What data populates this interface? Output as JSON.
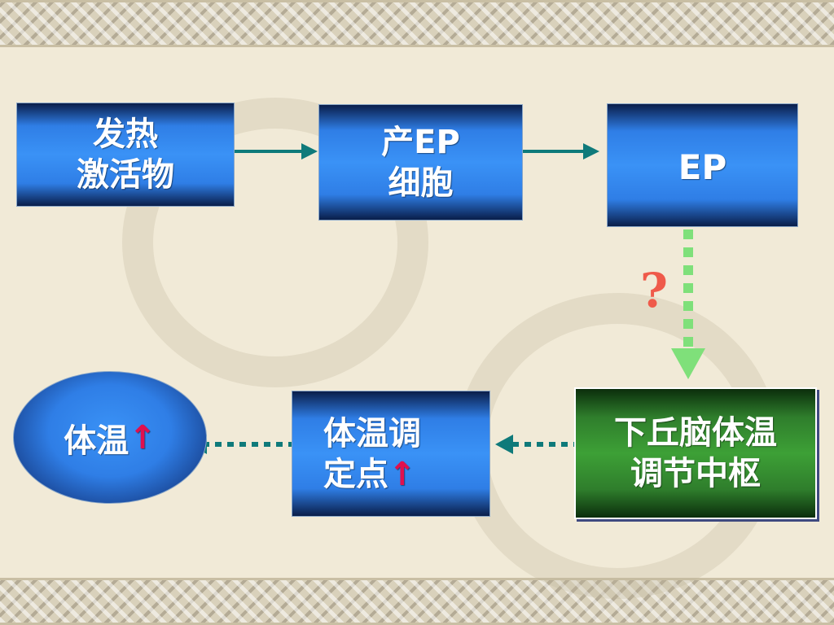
{
  "nodes": {
    "fever_activator": {
      "line1": "发热",
      "line2": "激活物"
    },
    "ep_producing_cells": {
      "line1": "产EP",
      "line2": "细胞"
    },
    "ep": {
      "label": "EP"
    },
    "hypothalamus_center": {
      "line1": "下丘脑体温",
      "line2": "调节中枢"
    },
    "set_point": {
      "line1": "体温调",
      "line2": "定点"
    },
    "body_temperature": {
      "label": "体温"
    }
  },
  "symbols": {
    "question_mark": "?",
    "up_arrow": "↑"
  },
  "colors": {
    "blue_box": "#3a92f6",
    "green_box": "#3da036",
    "teal_arrow": "#0f7a7a",
    "dashed_arrow": "#7fe07a",
    "up_arrow": "#e0104e",
    "question_mark": "#ef5a4a",
    "background": "#f1ead7"
  }
}
